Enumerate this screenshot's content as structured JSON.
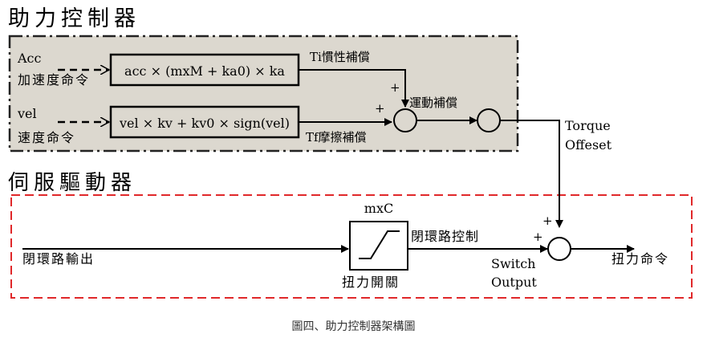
{
  "titles": {
    "assist_control": "助力控制器",
    "servo_driver": "伺服驅動器"
  },
  "inputs": {
    "acc_name": "Acc",
    "acc_desc": "加速度命令",
    "vel_name": "vel",
    "vel_desc": "速度命令"
  },
  "blocks": {
    "acc_formula": "acc × (mxM + ka0) × ka",
    "vel_formula": "vel × kv + kv0 × sign(vel)"
  },
  "labels": {
    "inertia_comp": "Ti慣性補償",
    "friction_comp": "Tf摩擦補償",
    "motion_comp": "運動補償",
    "torque_offset_1": "Torque",
    "torque_offset_2": "Offeset",
    "mxc": "mxC",
    "closed_loop_control": "閉環路控制",
    "torque_switch": "扭力開關",
    "switch_output_1": "Switch",
    "switch_output_2": "Output",
    "closed_loop_output": "閉環路輸出",
    "torque_command": "扭力命令"
  },
  "signs": {
    "plus": "+"
  },
  "caption": "圖四、助力控制器架構圖",
  "colors": {
    "assist_fill": "#dcd8cf",
    "servo_border": "#e0282a",
    "line": "#000000"
  }
}
